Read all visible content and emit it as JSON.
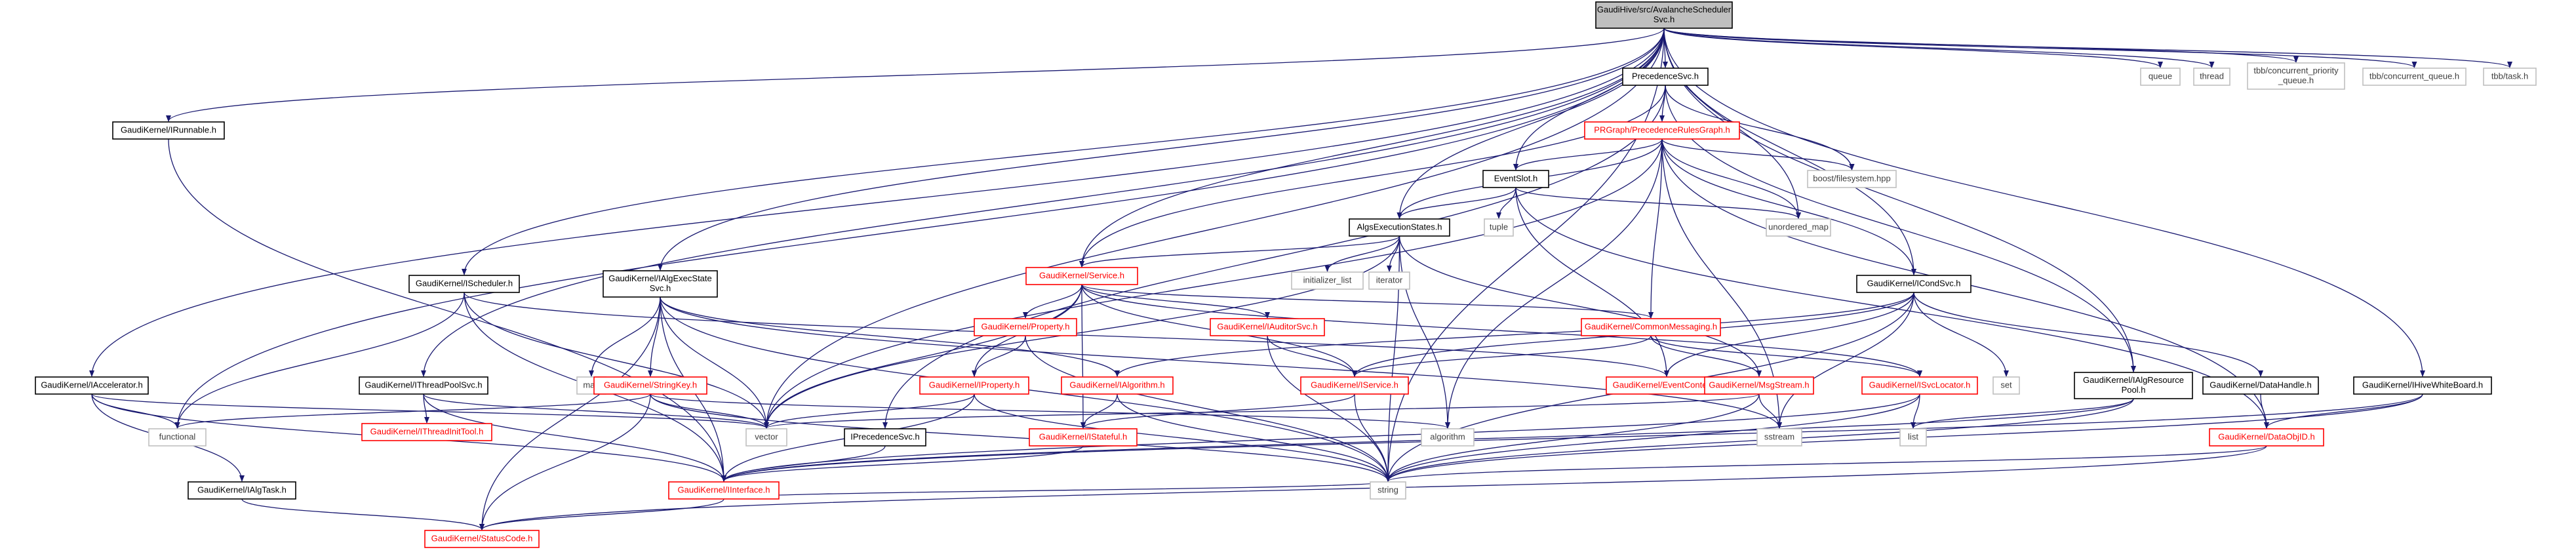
{
  "colors": {
    "background": "#ffffff",
    "root_fill": "#bfbfbf",
    "node_stroke_black": "#000000",
    "node_stroke_red": "#ff0000",
    "node_stroke_grey": "#bfbfbf",
    "label_red": "#ff0000",
    "label_black": "#000000",
    "label_grey": "#404040",
    "edge_color": "#191970"
  },
  "nodes": [
    {
      "id": "root",
      "lines": [
        "GaudiHive/src/AvalancheScheduler",
        "Svc.h"
      ],
      "style": "root"
    },
    {
      "id": "precsvc",
      "lines": [
        "PrecedenceSvc.h"
      ],
      "style": "black"
    },
    {
      "id": "irunnable",
      "lines": [
        "GaudiKernel/IRunnable.h"
      ],
      "style": "black"
    },
    {
      "id": "queue",
      "lines": [
        "queue"
      ],
      "style": "grey"
    },
    {
      "id": "thread",
      "lines": [
        "thread"
      ],
      "style": "grey"
    },
    {
      "id": "tbbprio",
      "lines": [
        "tbb/concurrent_priority",
        "_queue.h"
      ],
      "style": "grey"
    },
    {
      "id": "tbbqueue",
      "lines": [
        "tbb/concurrent_queue.h"
      ],
      "style": "grey"
    },
    {
      "id": "tbbtask",
      "lines": [
        "tbb/task.h"
      ],
      "style": "grey"
    },
    {
      "id": "prgraph",
      "lines": [
        "PRGraph/PrecedenceRulesGraph.h"
      ],
      "style": "red"
    },
    {
      "id": "boostfs",
      "lines": [
        "boost/filesystem.hpp"
      ],
      "style": "grey"
    },
    {
      "id": "eventslot",
      "lines": [
        "EventSlot.h"
      ],
      "style": "black"
    },
    {
      "id": "tuple",
      "lines": [
        "tuple"
      ],
      "style": "grey"
    },
    {
      "id": "umap",
      "lines": [
        "unordered_map"
      ],
      "style": "grey"
    },
    {
      "id": "algexec",
      "lines": [
        "AlgsExecutionStates.h"
      ],
      "style": "black"
    },
    {
      "id": "initlist",
      "lines": [
        "initializer_list"
      ],
      "style": "grey"
    },
    {
      "id": "iterator",
      "lines": [
        "iterator"
      ],
      "style": "grey"
    },
    {
      "id": "service",
      "lines": [
        "GaudiKernel/Service.h"
      ],
      "style": "red"
    },
    {
      "id": "property",
      "lines": [
        "GaudiKernel/Property.h"
      ],
      "style": "red"
    },
    {
      "id": "iauditorsvc",
      "lines": [
        "GaudiKernel/IAuditorSvc.h"
      ],
      "style": "red"
    },
    {
      "id": "commonmsg",
      "lines": [
        "GaudiKernel/CommonMessaging.h"
      ],
      "style": "red"
    },
    {
      "id": "icondsvc",
      "lines": [
        "GaudiKernel/ICondSvc.h"
      ],
      "style": "black"
    },
    {
      "id": "ischeduler",
      "lines": [
        "GaudiKernel/IScheduler.h"
      ],
      "style": "black"
    },
    {
      "id": "ialgexecstatesvc",
      "lines": [
        "GaudiKernel/IAlgExecState",
        "Svc.h"
      ],
      "style": "black"
    },
    {
      "id": "map",
      "lines": [
        "map"
      ],
      "style": "grey"
    },
    {
      "id": "stringkey",
      "lines": [
        "GaudiKernel/StringKey.h"
      ],
      "style": "red"
    },
    {
      "id": "iproperty",
      "lines": [
        "GaudiKernel/IProperty.h"
      ],
      "style": "red"
    },
    {
      "id": "ialgorithm",
      "lines": [
        "GaudiKernel/IAlgorithm.h"
      ],
      "style": "red"
    },
    {
      "id": "iservice",
      "lines": [
        "GaudiKernel/IService.h"
      ],
      "style": "red"
    },
    {
      "id": "eventcontext",
      "lines": [
        "GaudiKernel/EventContext.h"
      ],
      "style": "red"
    },
    {
      "id": "msgstream",
      "lines": [
        "GaudiKernel/MsgStream.h"
      ],
      "style": "red"
    },
    {
      "id": "isvclocator",
      "lines": [
        "GaudiKernel/ISvcLocator.h"
      ],
      "style": "red"
    },
    {
      "id": "set",
      "lines": [
        "set"
      ],
      "style": "grey"
    },
    {
      "id": "ialgresourcepool",
      "lines": [
        "GaudiKernel/IAlgResource",
        "Pool.h"
      ],
      "style": "black"
    },
    {
      "id": "datahandle",
      "lines": [
        "GaudiKernel/DataHandle.h"
      ],
      "style": "black"
    },
    {
      "id": "ihivewhiteboard",
      "lines": [
        "GaudiKernel/IHiveWhiteBoard.h"
      ],
      "style": "black"
    },
    {
      "id": "iaccelerator",
      "lines": [
        "GaudiKernel/IAccelerator.h"
      ],
      "style": "black"
    },
    {
      "id": "ithreadpoolsvc",
      "lines": [
        "GaudiKernel/IThreadPoolSvc.h"
      ],
      "style": "black"
    },
    {
      "id": "ithreadinittool",
      "lines": [
        "GaudiKernel/IThreadInitTool.h"
      ],
      "style": "red"
    },
    {
      "id": "functional",
      "lines": [
        "functional"
      ],
      "style": "grey"
    },
    {
      "id": "vector",
      "lines": [
        "vector"
      ],
      "style": "grey"
    },
    {
      "id": "iprecsvc",
      "lines": [
        "IPrecedenceSvc.h"
      ],
      "style": "black"
    },
    {
      "id": "algorithm",
      "lines": [
        "algorithm"
      ],
      "style": "grey"
    },
    {
      "id": "istateful",
      "lines": [
        "GaudiKernel/IStateful.h"
      ],
      "style": "red"
    },
    {
      "id": "sstream",
      "lines": [
        "sstream"
      ],
      "style": "grey"
    },
    {
      "id": "list",
      "lines": [
        "list"
      ],
      "style": "grey"
    },
    {
      "id": "dataobjid",
      "lines": [
        "GaudiKernel/DataObjID.h"
      ],
      "style": "red"
    },
    {
      "id": "ialgtask",
      "lines": [
        "GaudiKernel/IAlgTask.h"
      ],
      "style": "black"
    },
    {
      "id": "iinterface",
      "lines": [
        "GaudiKernel/IInterface.h"
      ],
      "style": "red"
    },
    {
      "id": "string",
      "lines": [
        "string"
      ],
      "style": "grey"
    },
    {
      "id": "statuscode",
      "lines": [
        "GaudiKernel/StatusCode.h"
      ],
      "style": "red"
    }
  ]
}
